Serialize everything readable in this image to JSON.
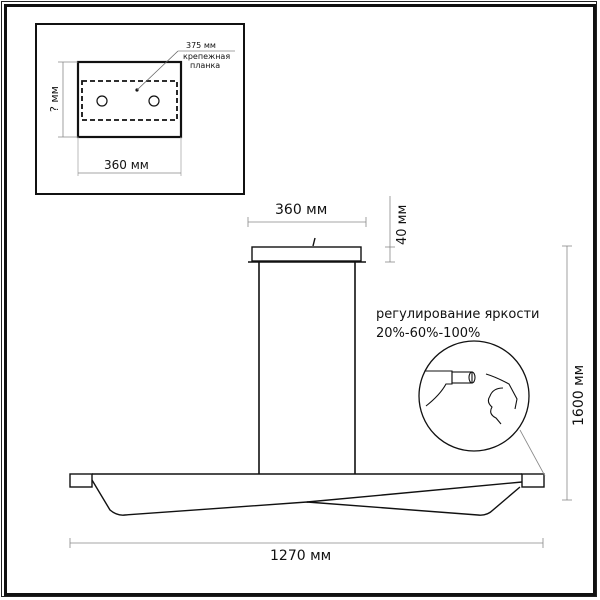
{
  "inset": {
    "height_label": "? мм",
    "width_label": "360 мм",
    "plate_length_label": "375 мм",
    "plate_label_line1": "крепежная",
    "plate_label_line2": "планка"
  },
  "main": {
    "canopy_width_label": "360 мм",
    "canopy_height_label": "40 мм",
    "total_height_label": "1600 мм",
    "total_width_label": "1270 мм"
  },
  "callout": {
    "title_line1": "регулирование яркости",
    "title_line2": "20%-60%-100%",
    "icon": "touch-dimmer-icon"
  },
  "colors": {
    "line": "#111111",
    "dimension": "#888888",
    "background": "#ffffff"
  }
}
